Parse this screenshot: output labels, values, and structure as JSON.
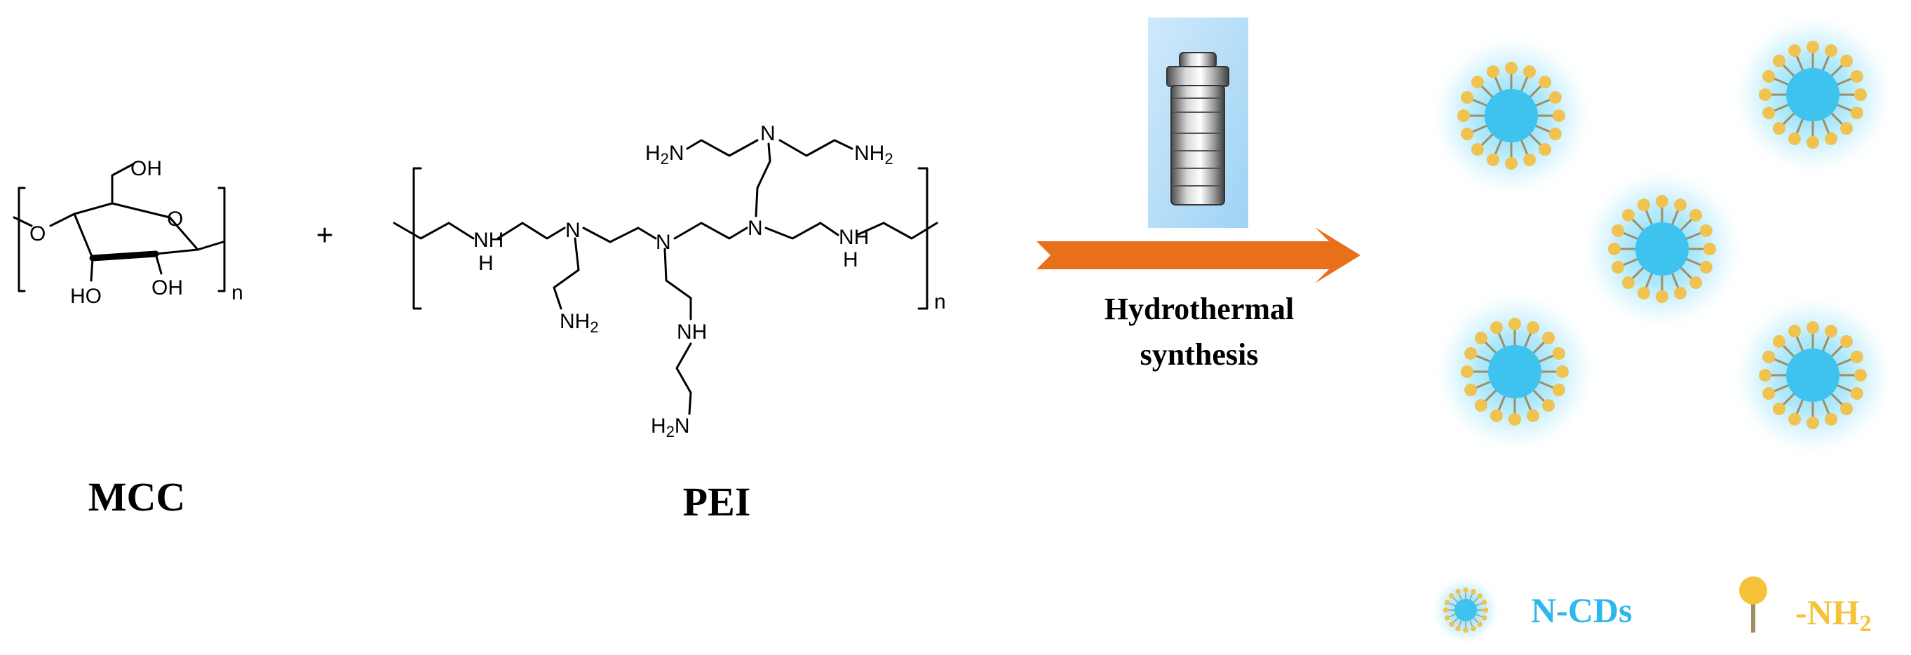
{
  "reactants": {
    "mcc": {
      "label": "MCC",
      "atoms": {
        "oh_top": "OH",
        "o_ring": "O",
        "o_left": "O",
        "ho_bottom": "HO",
        "oh_bottom": "OH",
        "n": "n"
      }
    },
    "plus": "+",
    "pei": {
      "label": "PEI",
      "atoms": {
        "nh_left": "NH",
        "h_left": "H",
        "n1": "N",
        "n2": "N",
        "n3": "N",
        "n_top": "N",
        "nh_right": "NH",
        "h_right": "H",
        "h2n_top": "H2N",
        "nh2_top": "NH2",
        "nh2_mid": "NH2",
        "nh_low": "NH",
        "h2n_bottom": "H2N",
        "n": "n"
      }
    }
  },
  "process": {
    "line1": "Hydrothermal",
    "line2": "synthesis",
    "vessel_icon": "autoclave-icon",
    "arrow_color": "#E8701A"
  },
  "product": {
    "dot_count": 5,
    "core_color": "#3EC3EE",
    "glow_color": "#9BE3FB",
    "ligand_color": "#F0C24F",
    "stem_color": "#9E8E63"
  },
  "legend": {
    "ncds_label": "N-CDs",
    "nh2_label": "-NH",
    "nh2_sub": "2",
    "ncds_color": "#2DB7EC",
    "nh2_color": "#F5C23A"
  }
}
